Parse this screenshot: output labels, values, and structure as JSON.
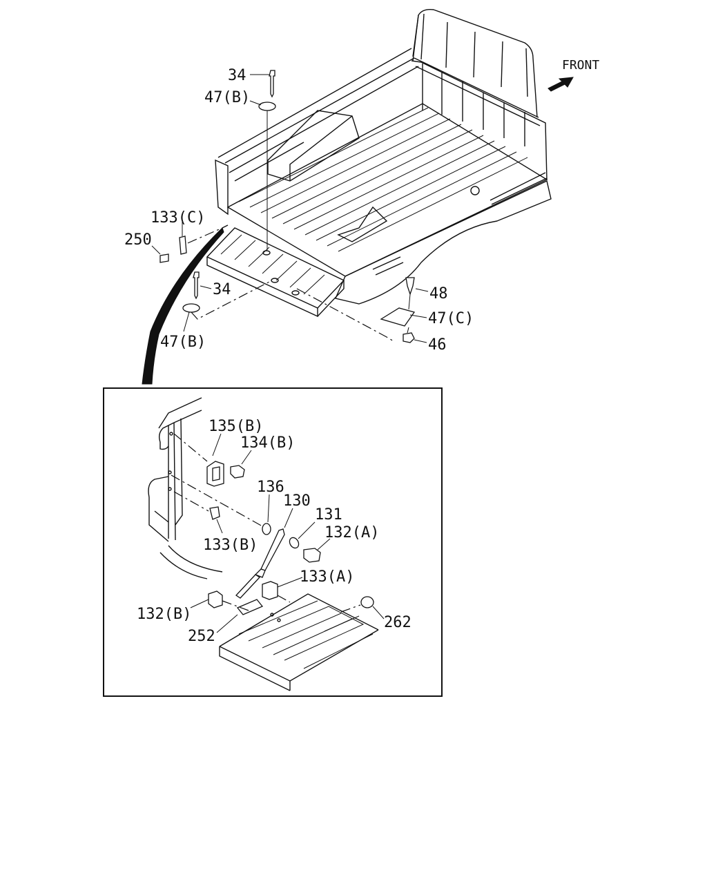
{
  "orientation_label": "FRONT",
  "callouts": {
    "c34_top": "34",
    "c47b_top": "47(B)",
    "c133c": "133(C)",
    "c250": "250",
    "c34_mid": "34",
    "c47b_bottom": "47(B)",
    "c48": "48",
    "c47c": "47(C)",
    "c46": "46",
    "c135b": "135(B)",
    "c134b": "134(B)",
    "c136": "136",
    "c130": "130",
    "c131": "131",
    "c132a": "132(A)",
    "c133b": "133(B)",
    "c133a": "133(A)",
    "c132b": "132(B)",
    "c252": "252",
    "c262": "262"
  },
  "colors": {
    "line": "#111111",
    "background": "#ffffff"
  }
}
